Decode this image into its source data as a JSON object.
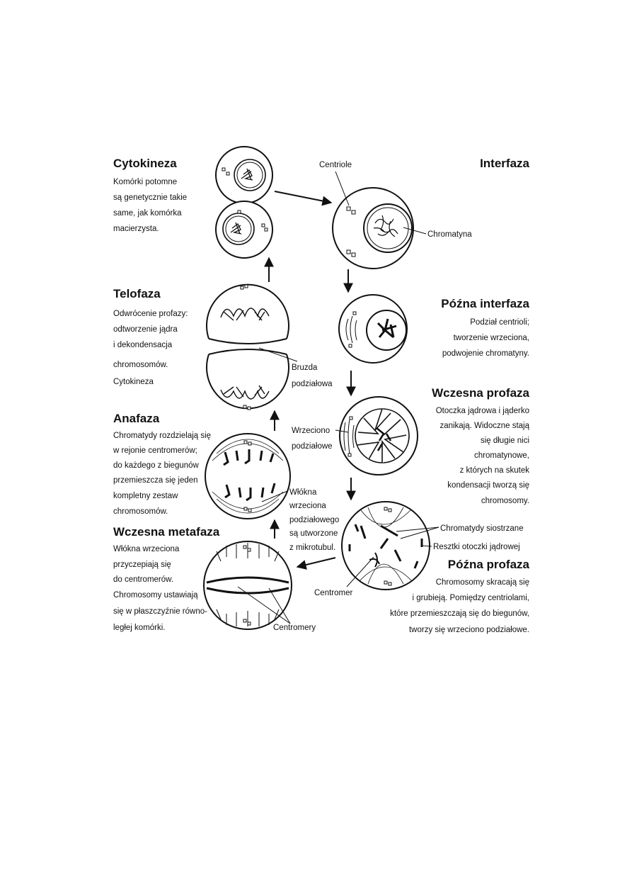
{
  "phases": {
    "cytokineza": {
      "title": "Cytokineza",
      "lines": [
        "Komórki potomne",
        "są genetycznie takie",
        "same, jak komórka",
        "macierzysta."
      ]
    },
    "interfaza": {
      "title": "Interfaza",
      "lines": []
    },
    "pozna_interfaza": {
      "title": "Późna interfaza",
      "lines": [
        "Podział centrioli;",
        "tworzenie wrzeciona,",
        "podwojenie chromatyny."
      ]
    },
    "telofaza": {
      "title": "Telofaza",
      "lines": [
        "Odwrócenie  profazy:",
        "odtworzenie jądra",
        "i dekondensacja",
        "chromosomów.",
        "Cytokineza"
      ]
    },
    "wczesna_profaza": {
      "title": "Wczesna profaza",
      "lines": [
        "Otoczka jądrowa i jąderko",
        "zanikają. Widoczne stają",
        "się długie nici",
        "chromatynowe,",
        "z których na skutek",
        "kondensacji tworzą się",
        "chromosomy."
      ]
    },
    "anafaza": {
      "title": "Anafaza",
      "lines": [
        "Chromatydy rozdzielają się",
        "w rejonie centromerów;",
        "do każdego z biegunów",
        "przemieszcza się jeden",
        "kompletny zestaw",
        "chromosomów."
      ]
    },
    "wczesna_metafaza": {
      "title": "Wczesna metafaza",
      "lines": [
        "Włókna wrzeciona",
        "przyczepiają się",
        "do centromerów.",
        "Chromosomy ustawiają",
        "się w płaszczyźnie równo-",
        "ległej komórki."
      ]
    },
    "pozna_profaza": {
      "title": "Późna profaza",
      "lines": [
        "Chromosomy skracają się",
        "i grubieją. Pomiędzy centriolami,",
        "które przemieszczają się do biegunów,",
        "tworzy się wrzeciono podziałowe."
      ]
    }
  },
  "labels": {
    "centriole": "Centriole",
    "chromatyna": "Chromatyna",
    "bruzda": [
      "Bruzda",
      "podziałowa"
    ],
    "wrzeciono": [
      "Wrzeciono",
      "podziałowe"
    ],
    "wlokna": [
      "Włókna",
      "wrzeciona",
      "podziałowego",
      "są utworzone",
      "z mikrotubul."
    ],
    "chromatydy": "Chromatydy siostrzane",
    "resztki": "Resztki otoczki jądrowej",
    "centromer": "Centromer",
    "centromery": "Centromery"
  }
}
